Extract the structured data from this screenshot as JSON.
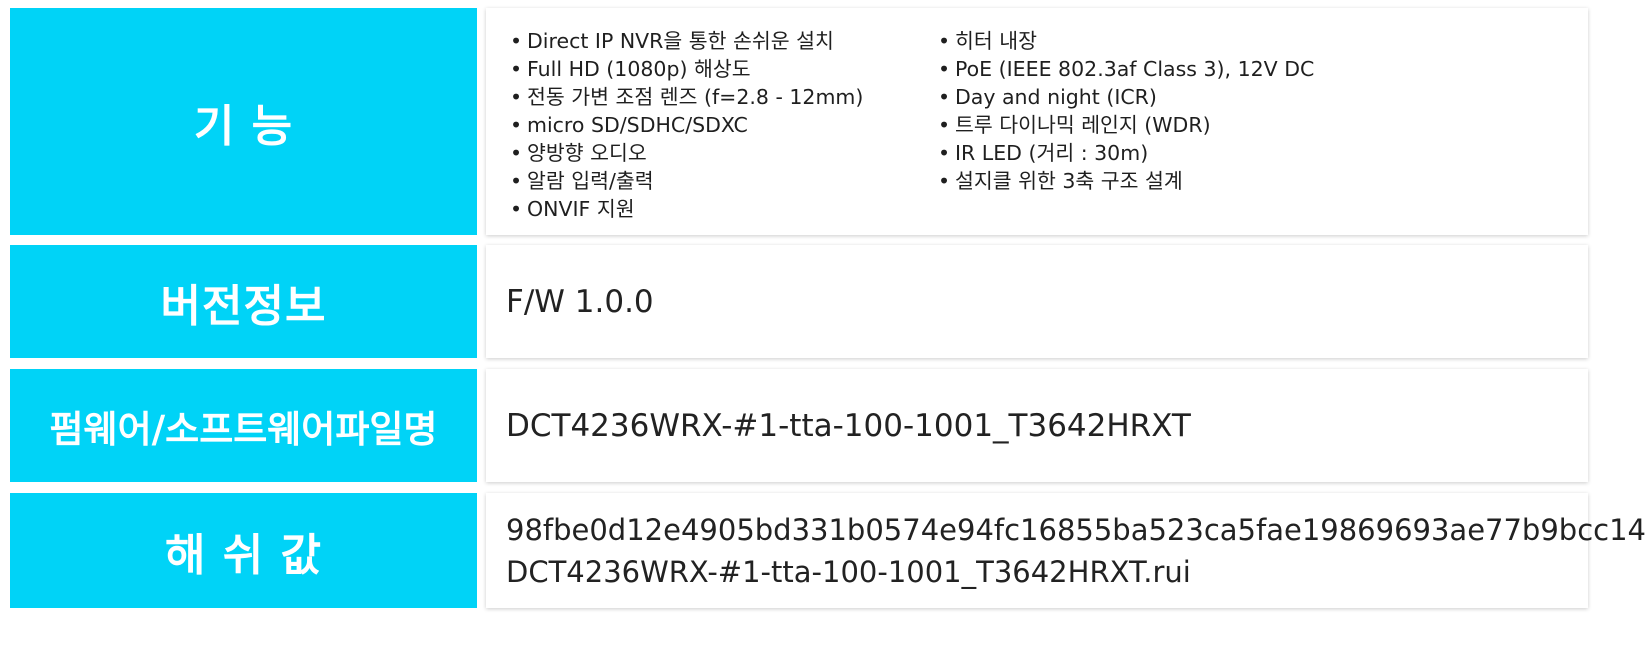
{
  "colors": {
    "label_background": "#00d3f7",
    "label_text": "#ffffff",
    "content_text": "#222222"
  },
  "rows": {
    "features": {
      "label": "기 능",
      "left_items": [
        "Direct IP NVR을 통한 손쉬운 설치",
        "Full HD (1080p) 해상도",
        "전동 가변 조점 렌즈 (f=2.8 - 12mm)",
        "micro SD/SDHC/SDXC",
        "양방향 오디오",
        "알람 입력/출력",
        "ONVIF 지원"
      ],
      "right_items": [
        "히터 내장",
        "PoE (IEEE 802.3af Class 3), 12V DC",
        "Day and night (ICR)",
        "트루 다이나믹 레인지 (WDR)",
        "IR LED (거리 : 30m)",
        "설지클 위한 3축 구조 설계"
      ]
    },
    "version": {
      "label": "버전정보",
      "value": "F/W 1.0.0"
    },
    "filename": {
      "label": "펌웨어/소프트웨어파일명",
      "value": "DCT4236WRX-#1-tta-100-1001_T3642HRXT"
    },
    "hash": {
      "label": "해 쉬 값",
      "lines": [
        "98fbe0d12e4905bd331b0574e94fc16855ba523ca5fae19869693ae77b9bcc14",
        "DCT4236WRX-#1-tta-100-1001_T3642HRXT.rui"
      ]
    }
  }
}
